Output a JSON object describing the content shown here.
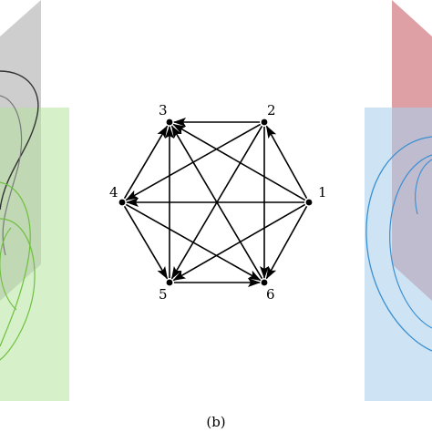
{
  "caption": "(b)",
  "colors": {
    "left_gray_panel": "#c9c9c9",
    "left_green_panel": "#cfeec0",
    "left_dark_curve": "#333333",
    "left_gray_curve": "#7a7a7a",
    "left_green_curve": "#6fbf3f",
    "right_red_panel": "#d98f95",
    "right_blue_panel": "#c6dff2",
    "right_blue_curve": "#3a8fd0",
    "edge": "#000000",
    "node": "#000000"
  },
  "graph": {
    "nodes": [
      {
        "id": "1",
        "label": "1"
      },
      {
        "id": "2",
        "label": "2"
      },
      {
        "id": "3",
        "label": "3"
      },
      {
        "id": "4",
        "label": "4"
      },
      {
        "id": "5",
        "label": "5"
      },
      {
        "id": "6",
        "label": "6"
      }
    ],
    "edges": [
      {
        "from": "2",
        "to": "3"
      },
      {
        "from": "1",
        "to": "2"
      },
      {
        "from": "1",
        "to": "3"
      },
      {
        "from": "1",
        "to": "4"
      },
      {
        "from": "1",
        "to": "5"
      },
      {
        "from": "1",
        "to": "6"
      },
      {
        "from": "2",
        "to": "4"
      },
      {
        "from": "2",
        "to": "5"
      },
      {
        "from": "2",
        "to": "6"
      },
      {
        "from": "4",
        "to": "3"
      },
      {
        "from": "4",
        "to": "5"
      },
      {
        "from": "4",
        "to": "6"
      },
      {
        "from": "5",
        "to": "3"
      },
      {
        "from": "5",
        "to": "6"
      },
      {
        "from": "6",
        "to": "3"
      }
    ]
  }
}
